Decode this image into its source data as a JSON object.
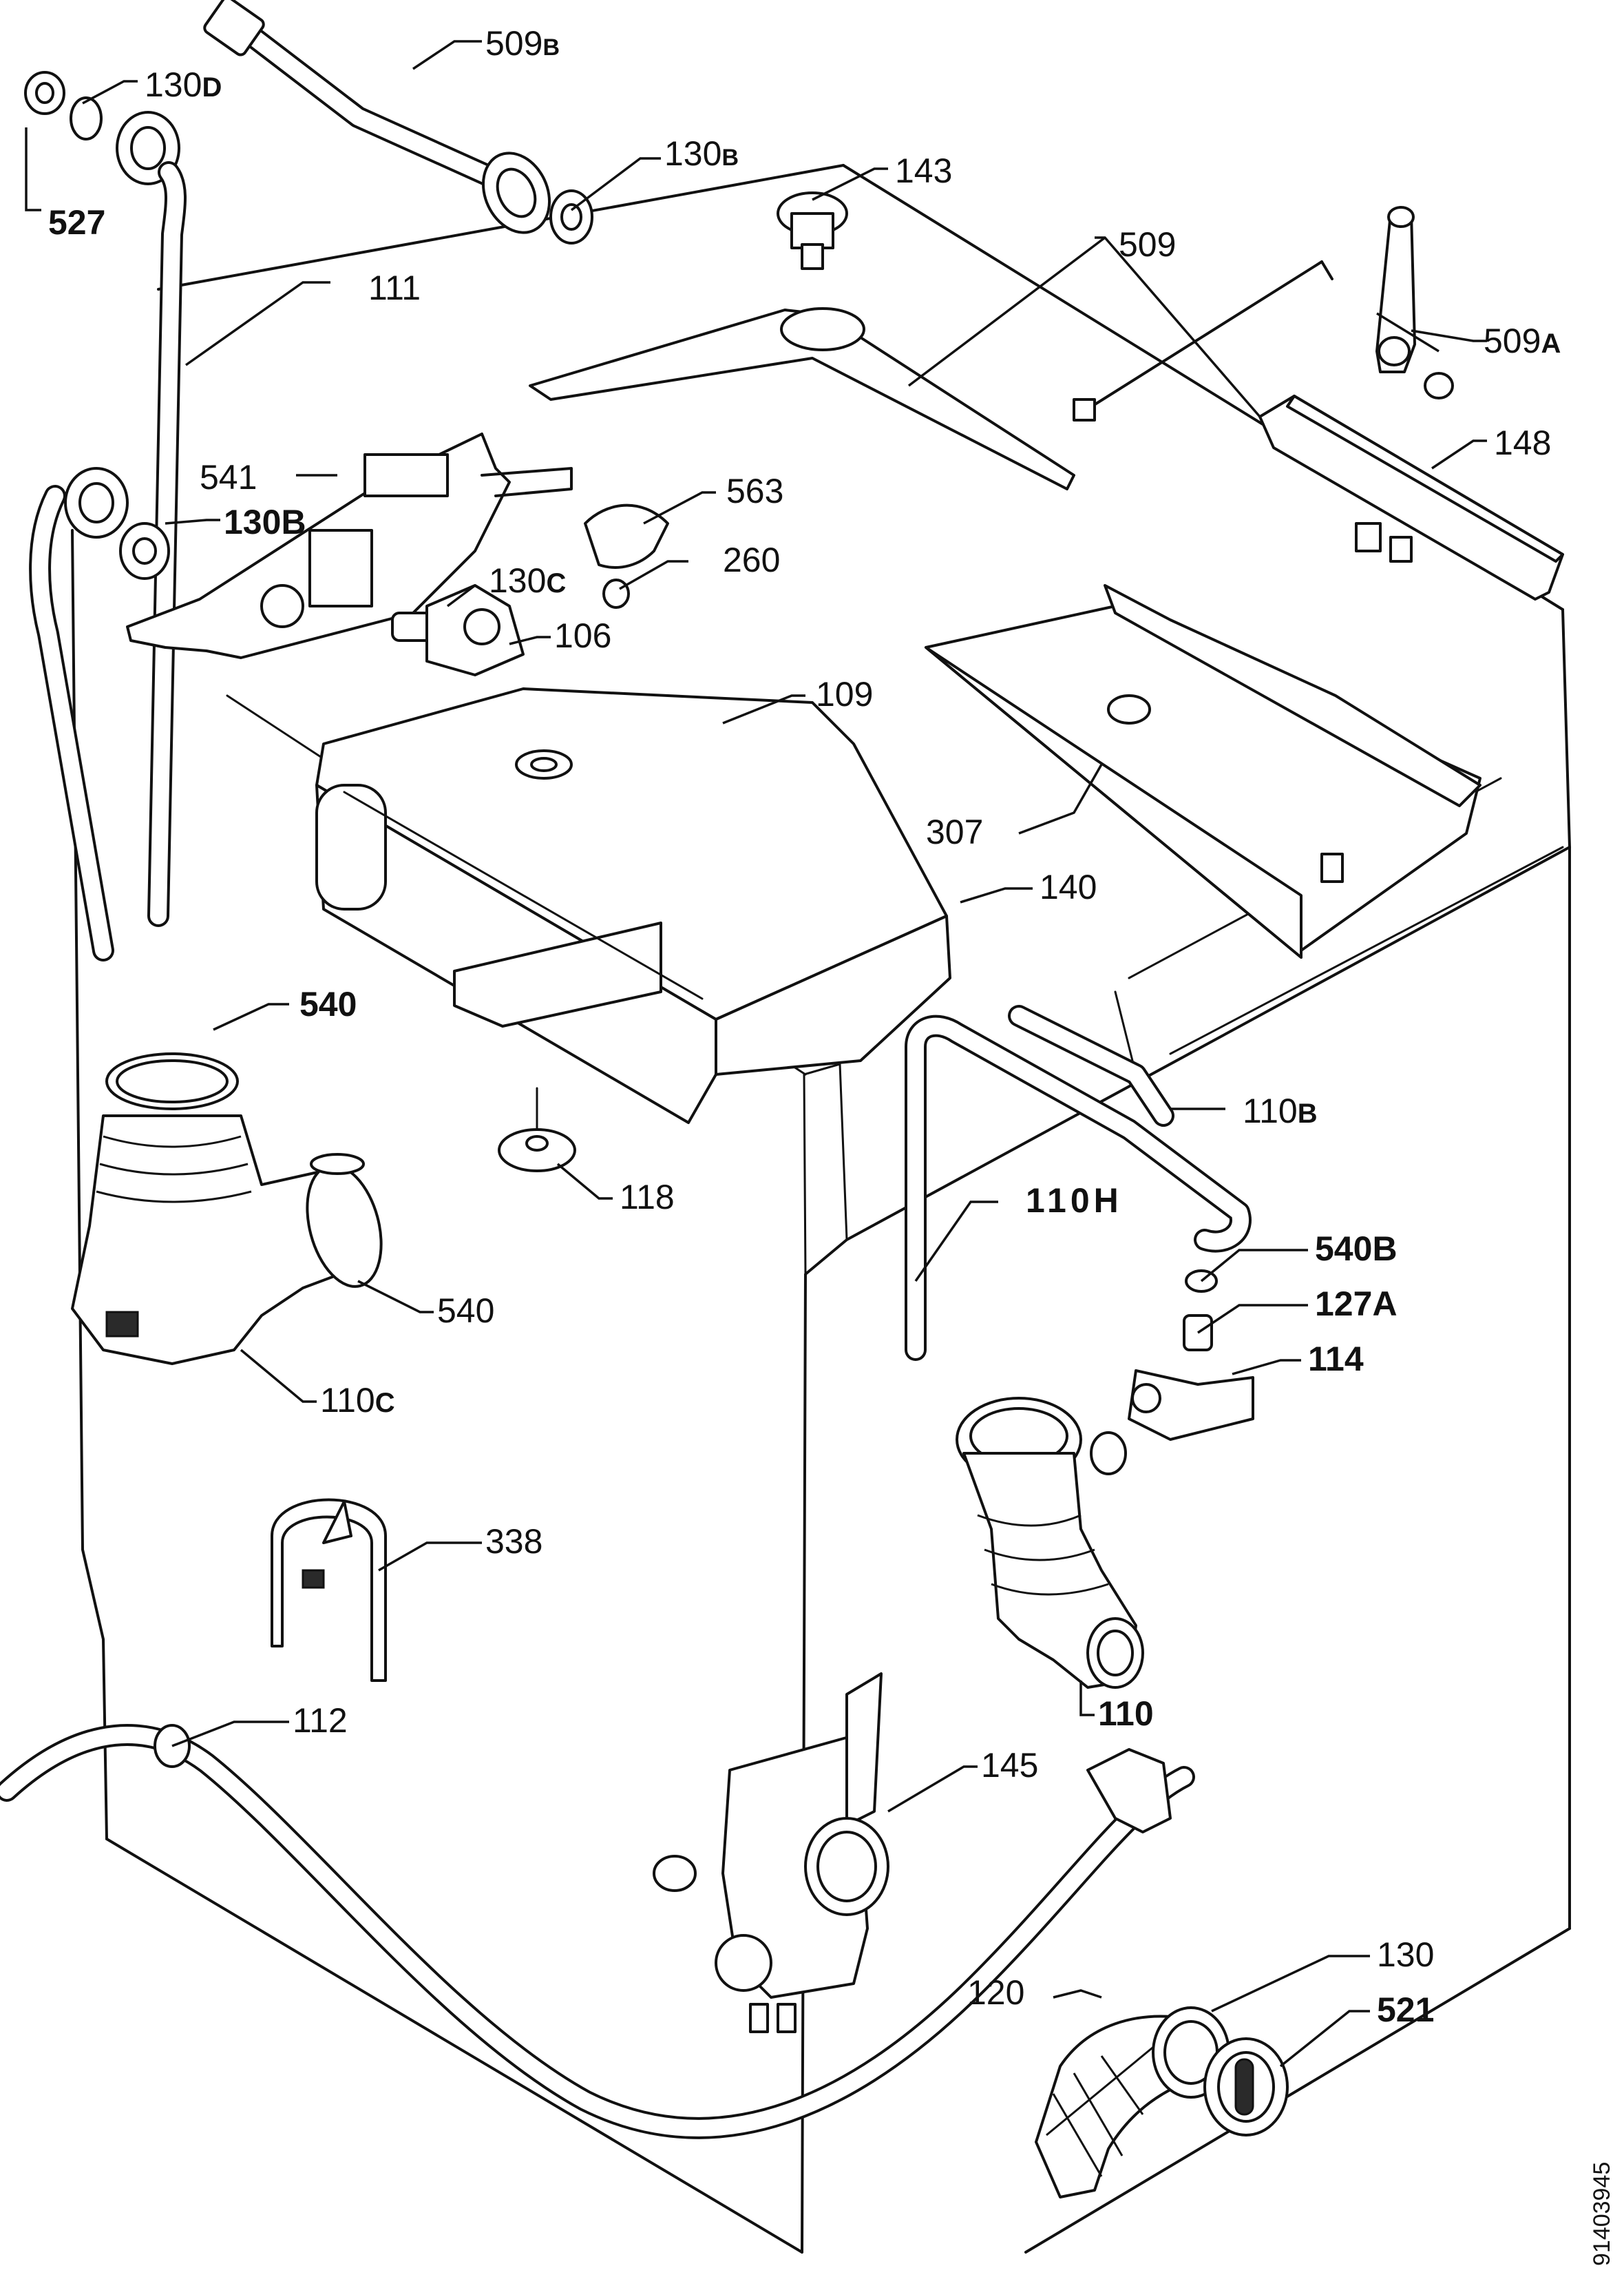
{
  "diagram": {
    "document_number": "91403945",
    "labels": [
      {
        "id": "509b",
        "text": "509",
        "suffix": "B"
      },
      {
        "id": "130d",
        "text": "130",
        "suffix": "D"
      },
      {
        "id": "527",
        "text": "527",
        "suffix": ""
      },
      {
        "id": "130b-top",
        "text": "130",
        "suffix": "B"
      },
      {
        "id": "143",
        "text": "143",
        "suffix": ""
      },
      {
        "id": "111",
        "text": "111",
        "suffix": ""
      },
      {
        "id": "509",
        "text": "509",
        "suffix": ""
      },
      {
        "id": "509a",
        "text": "509",
        "suffix": "A"
      },
      {
        "id": "148",
        "text": "148",
        "suffix": ""
      },
      {
        "id": "541",
        "text": "541",
        "suffix": ""
      },
      {
        "id": "130b-mid",
        "text": "130",
        "suffix": "B"
      },
      {
        "id": "563",
        "text": "563",
        "suffix": ""
      },
      {
        "id": "260",
        "text": "260",
        "suffix": ""
      },
      {
        "id": "130c",
        "text": "130",
        "suffix": "C"
      },
      {
        "id": "106",
        "text": "106",
        "suffix": ""
      },
      {
        "id": "109",
        "text": "109",
        "suffix": ""
      },
      {
        "id": "307",
        "text": "307",
        "suffix": ""
      },
      {
        "id": "140",
        "text": "140",
        "suffix": ""
      },
      {
        "id": "540-top",
        "text": "540",
        "suffix": ""
      },
      {
        "id": "110b",
        "text": "110",
        "suffix": "B"
      },
      {
        "id": "118",
        "text": "118",
        "suffix": ""
      },
      {
        "id": "110h",
        "text": "110",
        "suffix": "H"
      },
      {
        "id": "540b",
        "text": "540",
        "suffix": "B"
      },
      {
        "id": "540-mid",
        "text": "540",
        "suffix": ""
      },
      {
        "id": "127a",
        "text": "127",
        "suffix": "A"
      },
      {
        "id": "110c",
        "text": "110",
        "suffix": "C"
      },
      {
        "id": "114",
        "text": "114",
        "suffix": ""
      },
      {
        "id": "338",
        "text": "338",
        "suffix": ""
      },
      {
        "id": "110",
        "text": "110",
        "suffix": ""
      },
      {
        "id": "112",
        "text": "112",
        "suffix": ""
      },
      {
        "id": "145",
        "text": "145",
        "suffix": ""
      },
      {
        "id": "130",
        "text": "130",
        "suffix": ""
      },
      {
        "id": "120",
        "text": "120",
        "suffix": ""
      },
      {
        "id": "521",
        "text": "521",
        "suffix": ""
      }
    ]
  }
}
